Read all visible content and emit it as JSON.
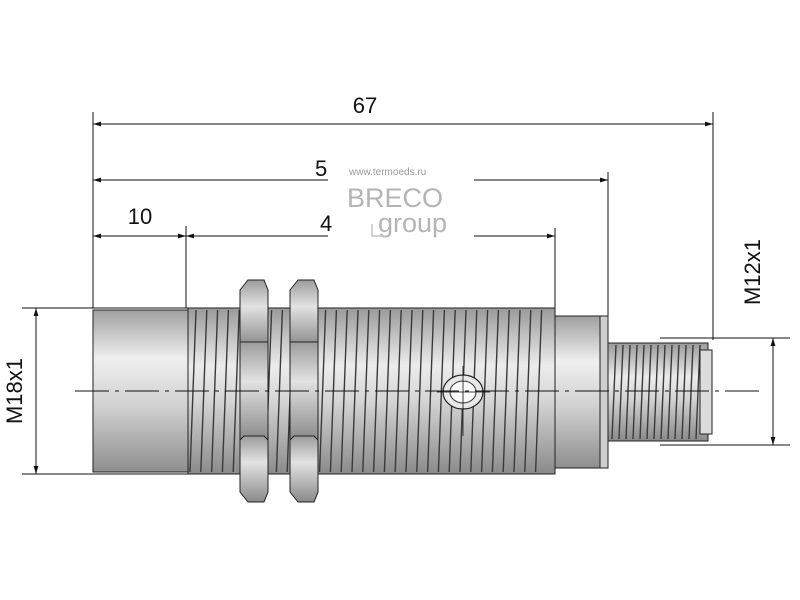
{
  "dimensions": {
    "overall_length": "67",
    "length_2": "5",
    "length_3": "4",
    "front_length": "10",
    "main_thread": "M18x1",
    "connector_thread": "M12x1"
  },
  "watermark": {
    "url": "www.termoeds.ru",
    "brand_line1": "BRECO",
    "brand_line2": "group"
  },
  "colors": {
    "line": "#111111",
    "metal_light": "#e8e8e8",
    "metal_dark": "#8c8c8c"
  }
}
